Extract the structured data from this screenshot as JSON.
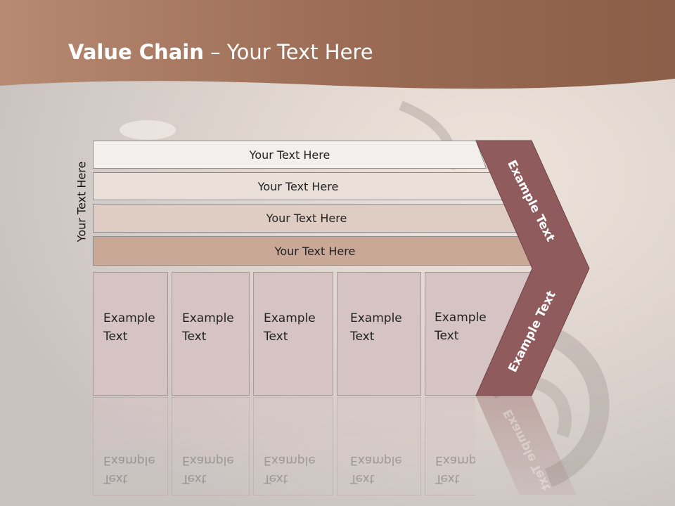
{
  "title": {
    "bold": "Value Chain",
    "rest": " – Your Text Here"
  },
  "side_label": "Your Text Here",
  "support_bars": [
    {
      "label": "Your Text Here"
    },
    {
      "label": "Your Text Here"
    },
    {
      "label": "Your Text Here"
    },
    {
      "label": "Your Text Here"
    }
  ],
  "primary_columns": [
    {
      "line1": "Example",
      "line2": "Text"
    },
    {
      "line1": "Example",
      "line2": "Text"
    },
    {
      "line1": "Example",
      "line2": "Text"
    },
    {
      "line1": "Example",
      "line2": "Text"
    },
    {
      "line1": "Example",
      "line2": "Text"
    }
  ],
  "chevron": {
    "upper_text": "Example Text",
    "lower_text": "Example Text",
    "color": "#8f5b5d"
  },
  "colors": {
    "header": "#9c6e57",
    "bar1": "#f3efec",
    "bar2": "#eadfd8",
    "bar3": "#dfcdc3",
    "bar4": "#c9a898",
    "column": "#d6c4c5"
  }
}
